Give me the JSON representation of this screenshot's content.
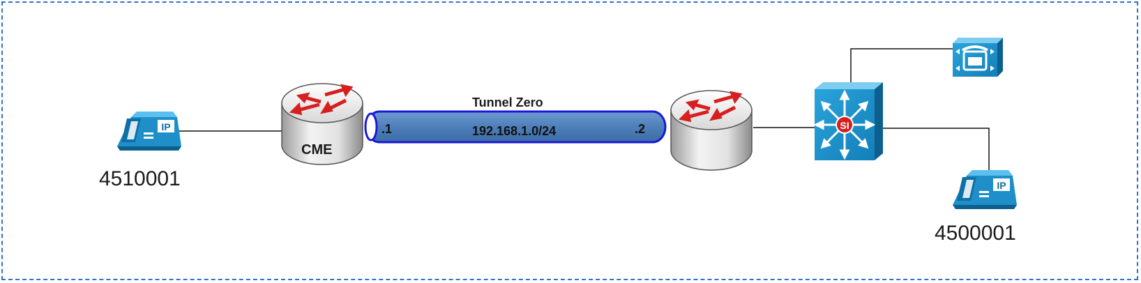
{
  "diagram": {
    "nodes": {
      "phone_left": {
        "icon": "ip-phone-icon",
        "badge": "IP",
        "extension": "4510001"
      },
      "router_left": {
        "icon": "router-icon",
        "label": "CME"
      },
      "router_right": {
        "icon": "router-icon",
        "label": ""
      },
      "switch": {
        "icon": "multilayer-switch-icon",
        "badge": "SI"
      },
      "voicemail": {
        "icon": "voice-server-icon"
      },
      "phone_right": {
        "icon": "ip-phone-icon",
        "badge": "IP",
        "extension": "4500001"
      }
    },
    "tunnel": {
      "title": "Tunnel Zero",
      "network": "192.168.1.0/24",
      "left_host": ".1",
      "right_host": ".2"
    },
    "colors": {
      "device_blue": "#1f8fc9",
      "arrow_red": "#d61f1f",
      "tunnel_fill": "#4f81bd",
      "tunnel_border": "#1818d8",
      "frame_border": "#2a73c9"
    }
  }
}
